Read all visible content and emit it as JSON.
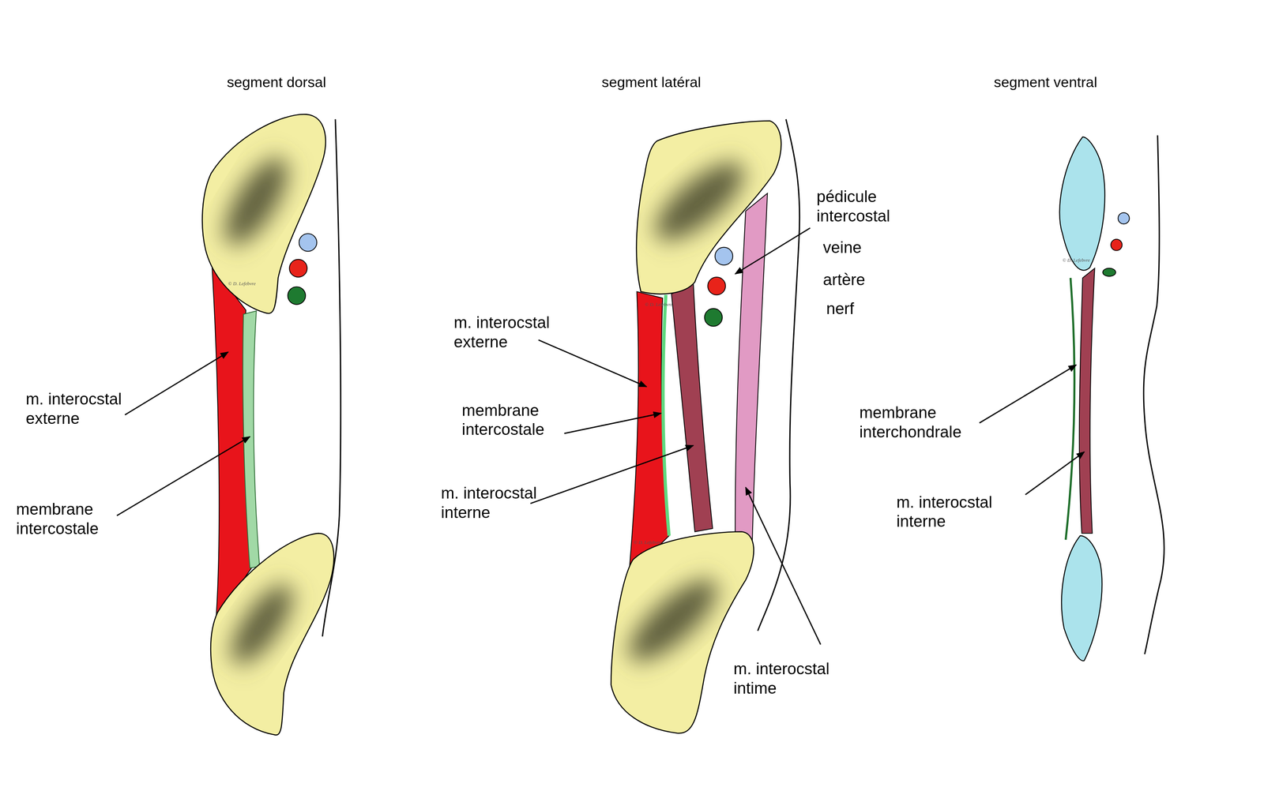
{
  "diagram": {
    "labels": [
      "segment dorsal",
      "segment latéral",
      "segment ventral",
      "m. interocstal externe",
      "membrane intercostale",
      "pédicule intercostal",
      "veine",
      "artère",
      "nerf",
      "m. interocstal externe",
      "membrane intercostale",
      "m. interocstal interne",
      "m. interocstal intime",
      "membrane interchondrale",
      "m. interocstal interne",
      "© D. Lefebvre",
      "© D. Lefebvre",
      "© D. Lefebvre",
      "© D. Lefebvre"
    ]
  }
}
